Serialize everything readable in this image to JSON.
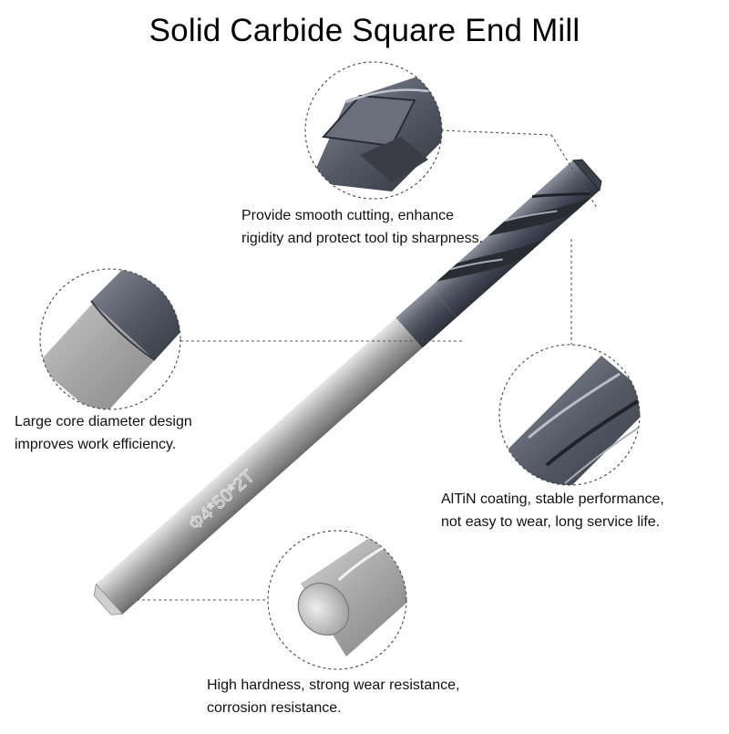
{
  "title": "Solid Carbide Square End Mill",
  "shank_marking": "Φ4*50*2T",
  "captions": {
    "tip": {
      "line1": "Provide smooth cutting, enhance",
      "line2": "rigidity and protect tool tip sharpness."
    },
    "core": {
      "line1": "Large core diameter design",
      "line2": "improves work efficiency."
    },
    "coating": {
      "line1": "AlTiN coating, stable performance,",
      "line2": "not easy to wear, long service life."
    },
    "shank": {
      "line1": "High hardness, strong wear resistance,",
      "line2": "corrosion resistance."
    }
  },
  "colors": {
    "background": "#ffffff",
    "carbide_shank": "#a8a8a8",
    "altin_coating": "#4a4f5c",
    "callout_line": "#555555"
  }
}
